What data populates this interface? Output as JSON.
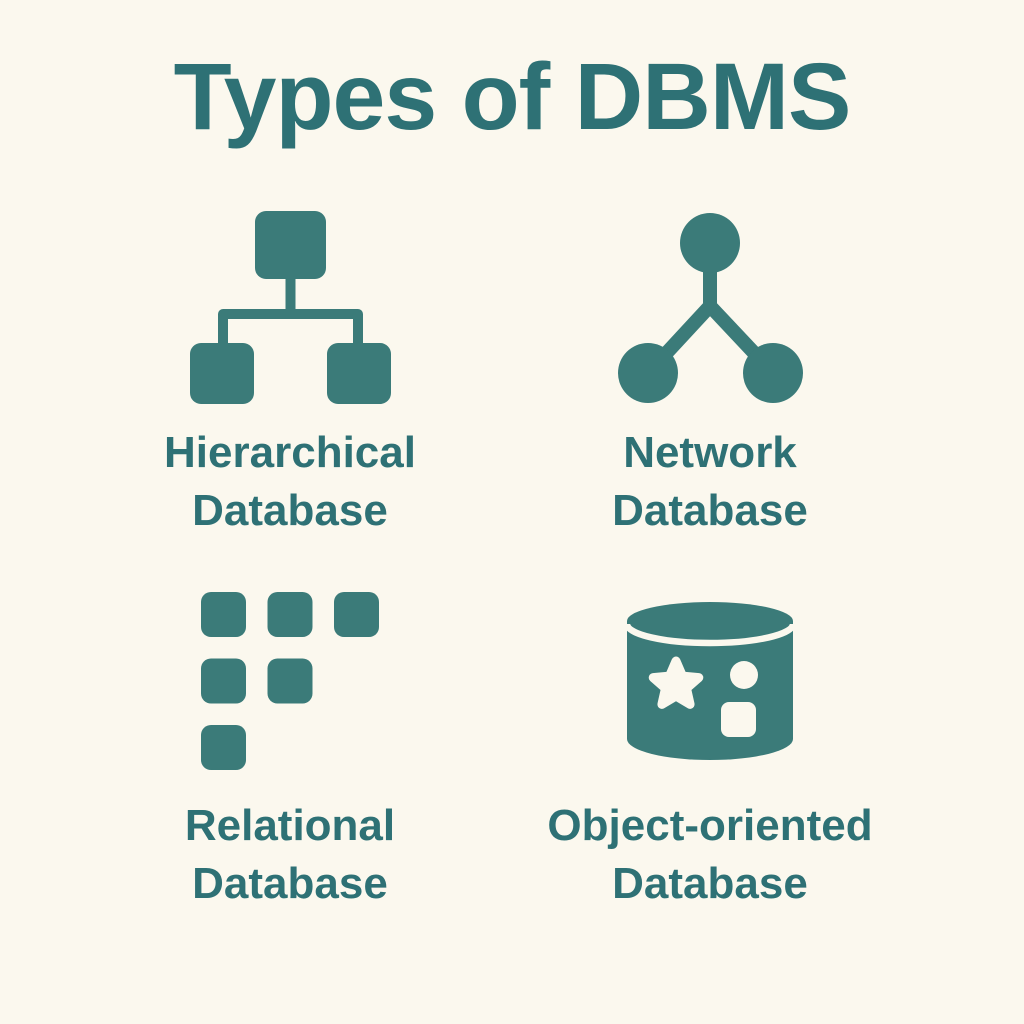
{
  "title": "Types of DBMS",
  "colors": {
    "background": "#FBF8EE",
    "icon": "#3B7B79",
    "text": "#2E7175"
  },
  "items": [
    {
      "id": "hierarchical",
      "icon": "hierarchy-tree-icon",
      "lines": [
        "Hierarchical",
        "Database"
      ]
    },
    {
      "id": "network",
      "icon": "network-nodes-icon",
      "lines": [
        "Network",
        "Database"
      ]
    },
    {
      "id": "relational",
      "icon": "table-grid-icon",
      "lines": [
        "Relational",
        "Database"
      ]
    },
    {
      "id": "object-oriented",
      "icon": "object-cylinder-icon",
      "lines": [
        "Object-oriented",
        "Database"
      ]
    }
  ]
}
